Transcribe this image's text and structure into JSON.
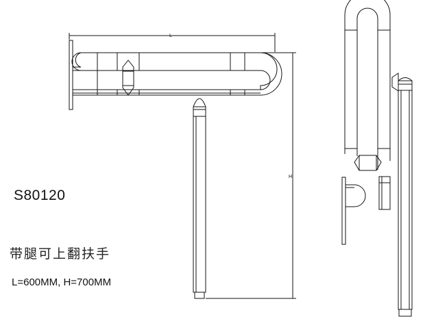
{
  "product": {
    "model": "S80120",
    "description": "带腿可上翻扶手",
    "spec": "L=600MM, H=700MM"
  },
  "dimensions": {
    "length_label": "L",
    "height_label": "H"
  },
  "colors": {
    "line": "#111111",
    "background": "#ffffff"
  }
}
